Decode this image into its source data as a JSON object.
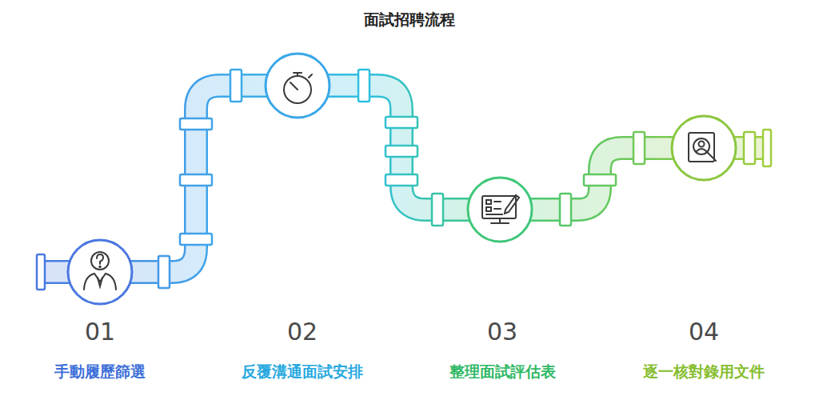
{
  "diagram": {
    "title": "面試招聘流程",
    "labels": [
      "01",
      "手動履歷篩選",
      "02",
      "反覆溝通面試安排",
      "03",
      "整理面試評估表",
      "04",
      "逐一核對錄用文件"
    ]
  }
}
